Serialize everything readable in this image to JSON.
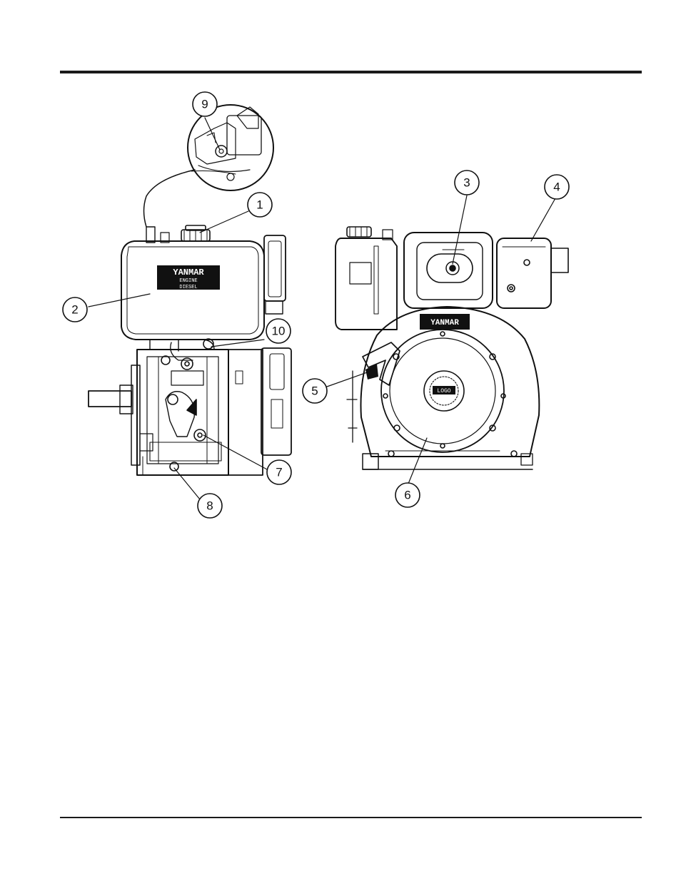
{
  "figure": {
    "callouts": [
      "1",
      "2",
      "3",
      "4",
      "5",
      "6",
      "7",
      "8",
      "9",
      "10"
    ],
    "brand_label": "YANMAR",
    "tank_badge_line1": "ENGINE",
    "tank_badge_line2": "DIESEL",
    "hub_badge": "LOGO"
  }
}
